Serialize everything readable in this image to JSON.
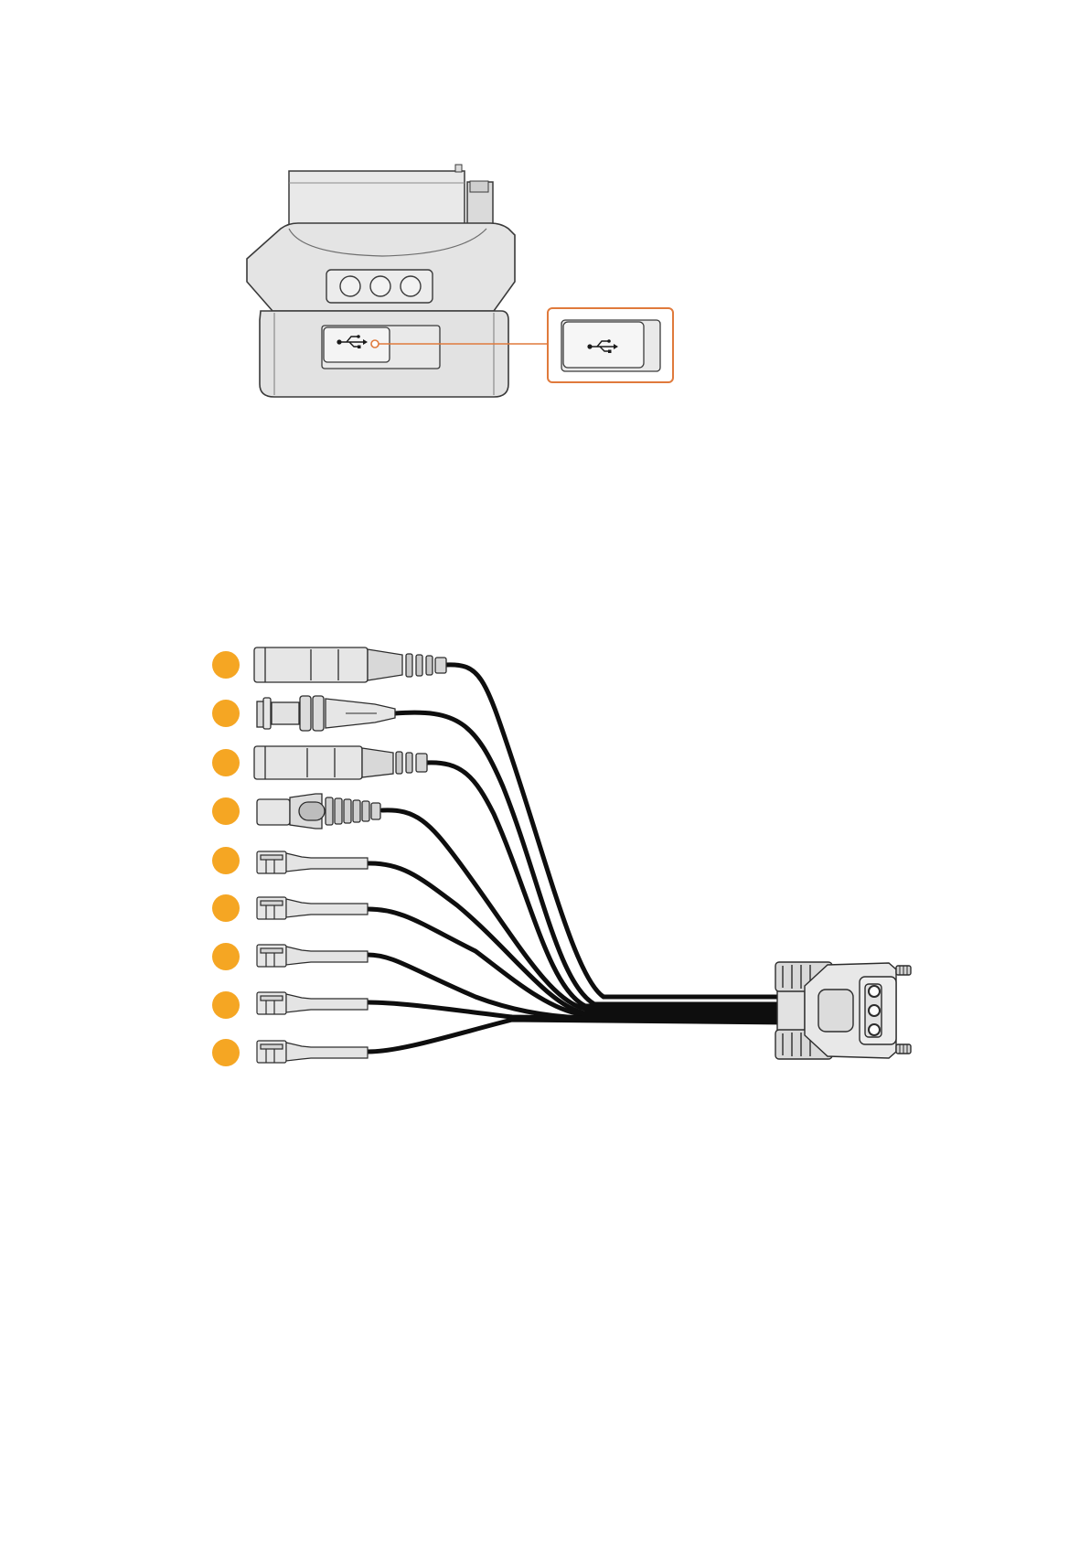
{
  "colors": {
    "accent_orange": "#F5A623",
    "callout_orange": "#E07A3C",
    "cable": "#0e0e0e",
    "body_gray": "#e3e3e3",
    "body_light": "#efefef",
    "outline": "#3a3a3a"
  },
  "figure_1": {
    "device": "camera-mount-module",
    "port_icon": "usb-icon",
    "callout_icon": "usb-icon"
  },
  "figure_2": {
    "cable": "breakout-cable",
    "main_connector": "d-sub-connector",
    "connectors": [
      {
        "type": "xlr-connector",
        "badge": "orange-dot"
      },
      {
        "type": "bnc-connector",
        "badge": "orange-dot"
      },
      {
        "type": "xlr-connector",
        "badge": "orange-dot"
      },
      {
        "type": "rca-connector",
        "badge": "orange-dot"
      },
      {
        "type": "small-pin-connector",
        "badge": "orange-dot"
      },
      {
        "type": "small-pin-connector",
        "badge": "orange-dot"
      },
      {
        "type": "small-pin-connector",
        "badge": "orange-dot"
      },
      {
        "type": "small-pin-connector",
        "badge": "orange-dot"
      },
      {
        "type": "small-pin-connector",
        "badge": "orange-dot"
      }
    ]
  }
}
